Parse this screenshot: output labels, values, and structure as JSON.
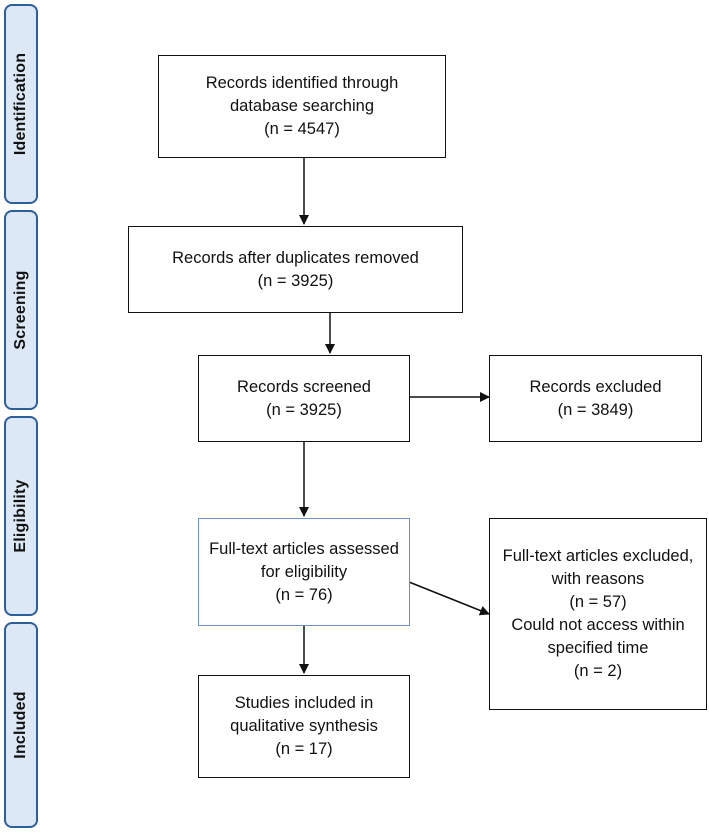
{
  "phases": [
    {
      "label": "Identification"
    },
    {
      "label": "Screening"
    },
    {
      "label": "Eligibility"
    },
    {
      "label": "Included"
    }
  ],
  "boxes": {
    "identified": {
      "lines": [
        "Records identified through",
        "database searching",
        "(n = 4547)"
      ]
    },
    "duplicates_removed": {
      "lines": [
        "Records after duplicates removed",
        "(n = 3925)"
      ]
    },
    "screened": {
      "lines": [
        "Records screened",
        "(n =  3925)"
      ]
    },
    "excluded": {
      "lines": [
        "Records excluded",
        "(n = 3849)"
      ]
    },
    "full_text_assessed": {
      "lines": [
        "Full-text articles assessed",
        "for eligibility",
        "(n = 76)"
      ]
    },
    "full_text_excluded": {
      "lines": [
        "Full-text articles excluded,",
        "with reasons",
        "(n = 57)",
        "Could not access within",
        "specified time",
        "(n = 2)"
      ]
    },
    "included": {
      "lines": [
        "Studies included in",
        "qualitative synthesis",
        "(n = 17)"
      ]
    }
  },
  "colors": {
    "phase_fill": "#dce8f5",
    "phase_border": "#2d5f9a",
    "box_border": "#111111",
    "highlight_border": "#6b93c0"
  }
}
